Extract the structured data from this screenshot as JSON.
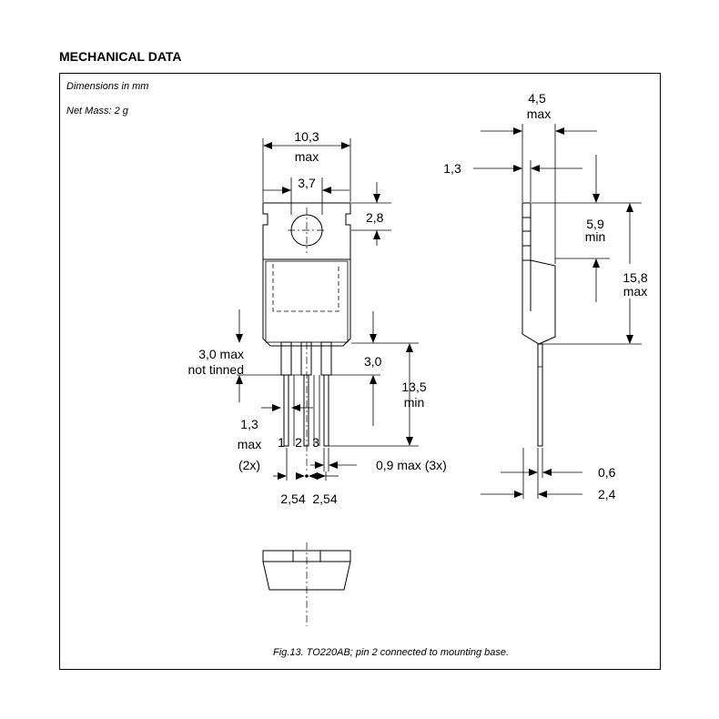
{
  "header": {
    "title": "MECHANICAL DATA"
  },
  "notes": {
    "dimensions": "Dimensions in mm",
    "mass": "Net Mass: 2 g"
  },
  "caption": "Fig.13.  TO220AB; pin 2 connected to mounting base.",
  "front_view": {
    "width_value": "10,3",
    "width_qual": "max",
    "hole_dia": "3,7",
    "tab_height": "2,8",
    "untinned_value": "3,0 max",
    "untinned_qual": "not tinned",
    "body_to_lead": "3,0",
    "lead_len_value": "13,5",
    "lead_len_qual": "min",
    "lead_w_value": "1,3",
    "lead_w_qual": "max",
    "lead_w_count": "(2x)",
    "pin_labels": [
      "1",
      "2",
      "3"
    ],
    "lead_thick": "0,9 max (3x)",
    "pitch_left": "2,54",
    "pitch_right": "2,54"
  },
  "side_view": {
    "thickness_value": "4,5",
    "thickness_qual": "max",
    "tab_thick": "1,3",
    "tab_len_value": "5,9",
    "tab_len_qual": "min",
    "height_value": "15,8",
    "height_qual": "max",
    "lead_t": "0,6",
    "lead_offset": "2,4"
  }
}
